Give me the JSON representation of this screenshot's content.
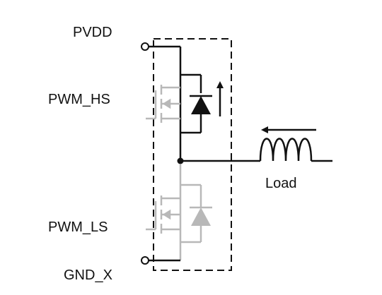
{
  "labels": {
    "pvdd": "PVDD",
    "pwm_hs": "PWM_HS",
    "pwm_ls": "PWM_LS",
    "gnd": "GND_X",
    "load": "Load"
  },
  "colors": {
    "active": "#111111",
    "inactive": "#b8b8b8",
    "background": "#ffffff"
  },
  "state": {
    "high_side_switch": "off",
    "high_side_diode": "conducting",
    "low_side_switch": "off",
    "low_side_diode": "off",
    "current_direction_load": "into-switch-node",
    "current_direction_hs_diode": "up"
  }
}
